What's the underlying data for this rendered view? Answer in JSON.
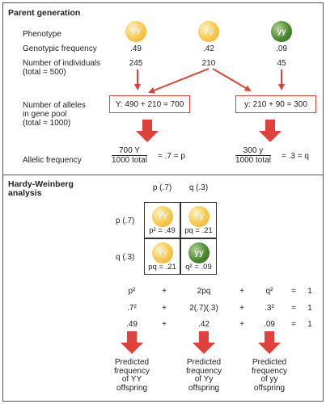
{
  "parent": {
    "title": "Parent generation",
    "phenotype_label": "Phenotype",
    "genotypic_label": "Genotypic frequency",
    "individuals_label": "Number of individuals",
    "individuals_total": "(total = 500)",
    "genotypes": [
      "YY",
      "Yy",
      "yy"
    ],
    "frequencies": [
      ".49",
      ".42",
      ".09"
    ],
    "counts": [
      "245",
      "210",
      "45"
    ],
    "alleles_label": [
      "Number of alleles",
      "in gene pool",
      "(total = 1000)"
    ],
    "box_Y": "Y: 490 + 210 = 700",
    "box_y": "y: 210 + 90 = 300",
    "allelic_label": "Allelic frequency",
    "frac_Y_num": "700 Y",
    "frac_Y_den": "1000 total",
    "frac_Y_result": "= .7 = p",
    "frac_y_num": "300 y",
    "frac_y_den": "1000 total",
    "frac_y_result": "= .3 = q"
  },
  "hw": {
    "title": [
      "Hardy-Weinberg",
      "analysis"
    ],
    "col_p": "p (.7)",
    "col_q": "q (.3)",
    "row_p": "p (.7)",
    "row_q": "q (.3)",
    "cells": [
      {
        "genotype": "YY",
        "label": "p² = .49"
      },
      {
        "genotype": "Yy",
        "label": "pq = .21"
      },
      {
        "genotype": "Yy",
        "label": "pq = .21"
      },
      {
        "genotype": "yy",
        "label": "q² = .09"
      }
    ],
    "eq_row1": [
      "p²",
      "+",
      "2pq",
      "+",
      "q²",
      "=",
      "1"
    ],
    "eq_row2": [
      ".7²",
      "+",
      "2(.7)(.3)",
      "+",
      ".3²",
      "=",
      "1"
    ],
    "eq_row3": [
      ".49",
      "+",
      ".42",
      "+",
      ".09",
      "=",
      "1"
    ],
    "predicted": [
      [
        "Predicted",
        "frequency",
        "of YY",
        "offspring"
      ],
      [
        "Predicted",
        "frequency",
        "of Yy",
        "offspring"
      ],
      [
        "Predicted",
        "frequency",
        "of yy",
        "offspring"
      ]
    ]
  },
  "colors": {
    "arrow_red": "#e0413a",
    "box_border": "#e0413a",
    "yellow": "#f4bd3c",
    "green": "#3d7a28"
  }
}
